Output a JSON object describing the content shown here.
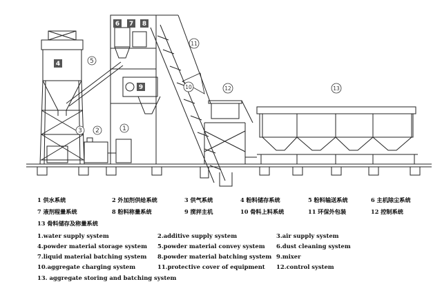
{
  "callouts": {
    "n1": "1",
    "n2": "2",
    "n3": "3",
    "n4": "4",
    "n5": "5",
    "n6": "6",
    "n7": "7",
    "n8": "8",
    "n9": "9",
    "n10": "10",
    "n11": "11",
    "n12": "12",
    "n13": "13"
  },
  "legend_cn": [
    "1 供水系统",
    "2 外加剂供给系统",
    "3 供气系统",
    "4 粉料储存系统",
    "5 粉料输送系统",
    "6 主机除尘系统",
    "7 液剂程量系统",
    "8 粉料称量系统",
    "9 搅拌主机",
    "10 骨料上料系统",
    "11 环保外包装",
    "12 控制系统",
    "13 骨料储存及称量系统"
  ],
  "legend_en": [
    "1.water supply system",
    "2.additive supply system",
    "3.air supply system",
    "4.powder material storage system",
    "5.powder material convey system",
    "6.dust cleaning system",
    "7.liquid material batching system",
    "8.powder material batching system",
    "9.mixer",
    "10.aggregate charging system",
    "11.protective cover of equipment",
    "12.control system",
    "13. aggregate storing and batching system"
  ]
}
